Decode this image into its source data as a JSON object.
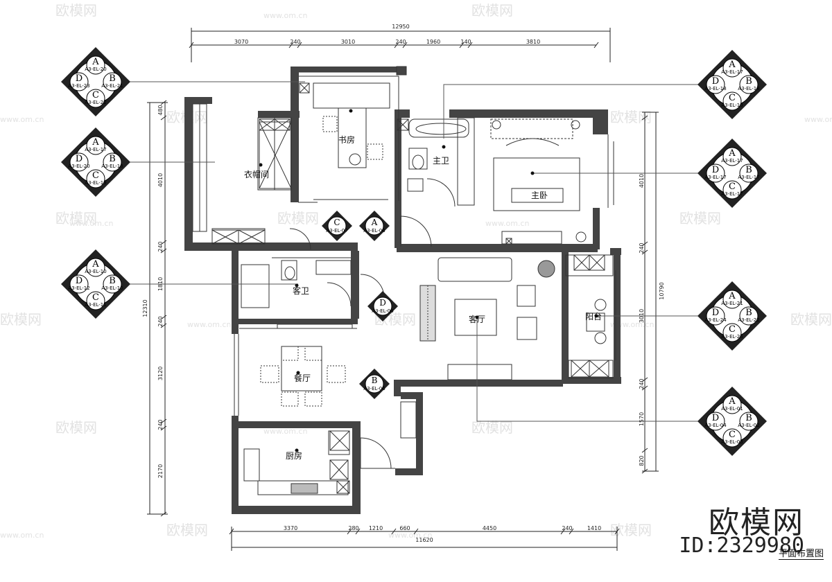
{
  "watermark": {
    "brand": "欧模网",
    "site": "www.om.cn"
  },
  "corner_watermark": {
    "brand": "欧模网",
    "id": "ID:2329980"
  },
  "drawing_title": "平面布置图",
  "rooms": {
    "cloakroom": "衣帽间",
    "study": "书房",
    "master_bath": "主卫",
    "master_bedroom": "主卧",
    "guest_bath": "客卫",
    "living_room": "客厅",
    "balcony": "阳台",
    "dining_room": "餐厅",
    "kitchen": "厨房"
  },
  "dimensions": {
    "top_total": "12950",
    "top_segments": [
      "3070",
      "240",
      "3010",
      "240",
      "1960",
      "140",
      "3810"
    ],
    "bottom_total": "11620",
    "bottom_segments": [
      "3370",
      "280",
      "1210",
      "660",
      "4450",
      "240",
      "1410"
    ],
    "left_total": "12310",
    "left_segments": [
      "480",
      "4010",
      "240",
      "1810",
      "240",
      "3120",
      "240",
      "2170"
    ],
    "right_total": "10790",
    "right_segments": [
      "4010",
      "240",
      "3010",
      "240",
      "1570",
      "820"
    ]
  },
  "elevation_symbols": [
    {
      "side": "left",
      "quadrants": [
        "A",
        "B",
        "C",
        "D"
      ],
      "refs": [
        "A3-EL-20",
        "A3-EL-21",
        "A3-EL-22",
        "A3-EL-23"
      ]
    },
    {
      "side": "left",
      "quadrants": [
        "A",
        "B",
        "C",
        "D"
      ],
      "refs": [
        "A3-EL-17",
        "A3-EL-18",
        "A3-EL-19",
        "A3-EL-20"
      ]
    },
    {
      "side": "left",
      "quadrants": [
        "A",
        "B",
        "C",
        "D"
      ],
      "refs": [
        "A3-EL-10",
        "A3-EL-10",
        "A3-EL-11",
        "A3-EL-12"
      ]
    },
    {
      "side": "right",
      "quadrants": [
        "A",
        "B",
        "C",
        "D"
      ],
      "refs": [
        "A3-EL-17",
        "A3-EL-18",
        "A3-EL-19",
        "A3-EL-18"
      ]
    },
    {
      "side": "right",
      "quadrants": [
        "A",
        "B",
        "C",
        "D"
      ],
      "refs": [
        "A3-EL-17",
        "A3-EL-17",
        "A3-EL-17",
        "A3-EL-17"
      ]
    },
    {
      "side": "right",
      "quadrants": [
        "A",
        "B",
        "C",
        "D"
      ],
      "refs": [
        "A3-EL-21",
        "A3-EL-22",
        "A3-EL-23",
        "A3-EL-24"
      ]
    },
    {
      "side": "right",
      "quadrants": [
        "A",
        "B",
        "C",
        "D"
      ],
      "refs": [
        "A3-EL-01",
        "A3-EL-02",
        "A3-EL-03",
        "A3-EL-04"
      ]
    }
  ],
  "markers": [
    {
      "letter": "C",
      "ref": "A3-EL-07"
    },
    {
      "letter": "A",
      "ref": "A3-EL-08"
    },
    {
      "letter": "D",
      "ref": "A3-EL-08"
    },
    {
      "letter": "B",
      "ref": "A3-EL-06"
    }
  ]
}
